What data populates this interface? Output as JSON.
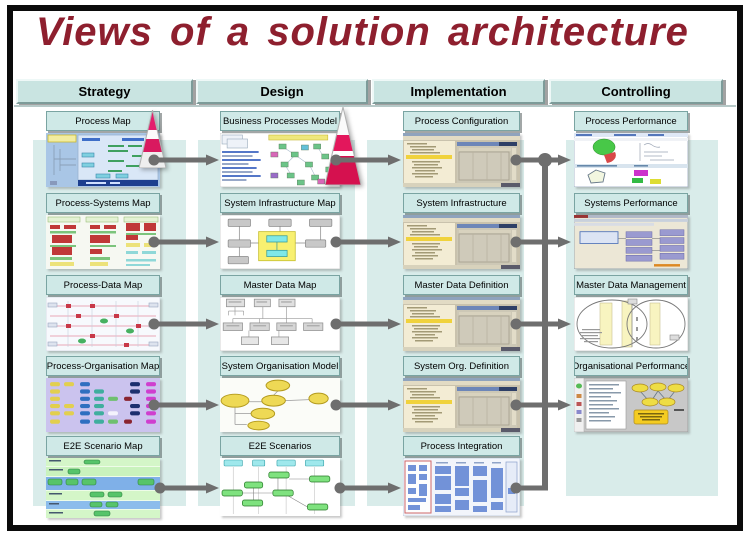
{
  "slide": {
    "title": "Views of a solution architecture"
  },
  "columns": [
    {
      "header": "Strategy",
      "items": [
        {
          "label": "Process Map"
        },
        {
          "label": "Process-Systems Map"
        },
        {
          "label": "Process-Data Map"
        },
        {
          "label": "Process-Organisation Map"
        },
        {
          "label": "E2E Scenario Map"
        }
      ]
    },
    {
      "header": "Design",
      "items": [
        {
          "label": "Business Processes Model"
        },
        {
          "label": "System Infrastructure Map"
        },
        {
          "label": "Master Data Map"
        },
        {
          "label": "System Organisation Model"
        },
        {
          "label": "E2E Scenarios"
        }
      ]
    },
    {
      "header": "Implementation",
      "items": [
        {
          "label": "Process Configuration"
        },
        {
          "label": "System Infrastructure"
        },
        {
          "label": "Master Data Definition"
        },
        {
          "label": "System Org. Definition"
        },
        {
          "label": "Process Integration"
        }
      ]
    },
    {
      "header": "Controlling",
      "items": [
        {
          "label": "Process Performance"
        },
        {
          "label": "Systems Performance"
        },
        {
          "label": "Master Data Management"
        },
        {
          "label": "Organisational Performance"
        }
      ]
    }
  ],
  "icons": {
    "pyramid": "striped-pyramid-icon"
  },
  "colors": {
    "title": "#8e1f2e",
    "header_fill": "#c9e4e1",
    "label_fill": "#cfe9e7",
    "band_fill": "#d9ecea",
    "arrow": "#6e6e6e",
    "frame": "#0b0b0b",
    "pyramid_magenta": "#e3175c"
  }
}
